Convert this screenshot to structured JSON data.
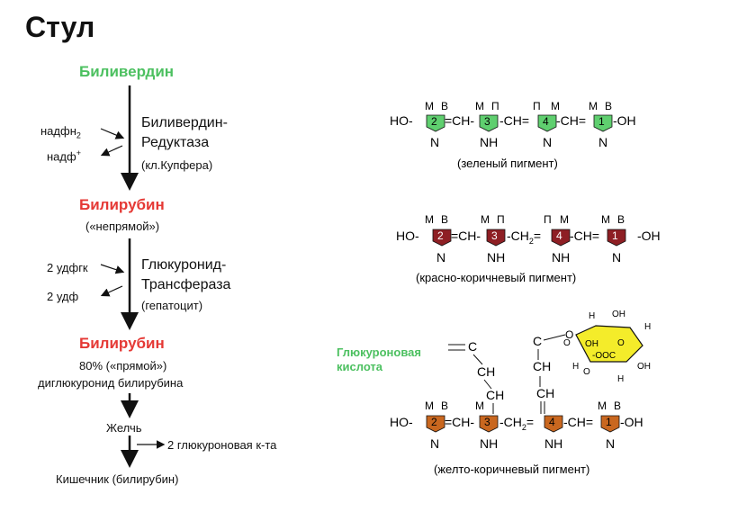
{
  "title": "Стул",
  "pathway": {
    "stage1": "Биливердин",
    "cofactor1_in": "надфн",
    "cofactor1_in_sub": "2",
    "cofactor1_out": "надф",
    "cofactor1_out_sup": "+",
    "enzyme1_line1": "Биливердин-",
    "enzyme1_line2": "Редуктаза",
    "enzyme1_loc": "(кл.Купфера)",
    "stage2": "Билирубин",
    "stage2_note": "(«непрямой»)",
    "cofactor2_in": "2 удфгк",
    "cofactor2_out": "2 удф",
    "enzyme2_line1": "Глюкуронид-",
    "enzyme2_line2": "Трансфераза",
    "enzyme2_loc": "(гепатоцит)",
    "stage3": "Билирубин",
    "stage3_note1": "80% («прямой»)",
    "stage3_note2": "диглюкуронид билирубина",
    "bile": "Желчь",
    "byproduct": "2 глюкуроновая к-та",
    "intestine": "Кишечник (билирубин)"
  },
  "structures": {
    "green_caption": "(зеленый пигмент)",
    "red_caption": "(красно-коричневый пигмент)",
    "orange_caption": "(желто-коричневый пигмент)",
    "glucuronic_label_1": "Глюкуроновая",
    "glucuronic_label_2": "кислота",
    "ho": "HO-",
    "oh": "-OH",
    "ring_numbers": [
      "2",
      "3",
      "4",
      "1"
    ],
    "sub_row1": [
      "М",
      "В",
      "М",
      "П",
      "П",
      "М",
      "М",
      "В"
    ],
    "sub_row23": [
      "М",
      "В",
      "М",
      "П",
      "П",
      "М",
      "М",
      "В"
    ],
    "sub_row3": [
      "М",
      "В",
      "М",
      "М",
      "В"
    ],
    "link_ch": "=CH-",
    "link_ch2_1": "-CH",
    "link_ch2_2": "2",
    "link_ch2_3": "=",
    "nitro": [
      "N",
      "NH",
      "N",
      "N"
    ],
    "sugar_labels": {
      "h": "H",
      "oh": "OH",
      "ooc": "-OOC",
      "o": "O",
      "c": "C",
      "ch": "CH"
    }
  },
  "colors": {
    "green": "#4cc060",
    "red": "#e53935",
    "ring_green": "#5fcf6f",
    "ring_red": "#8e1f24",
    "ring_orange": "#c9671f",
    "sugar_yellow": "#f4ec2a"
  }
}
